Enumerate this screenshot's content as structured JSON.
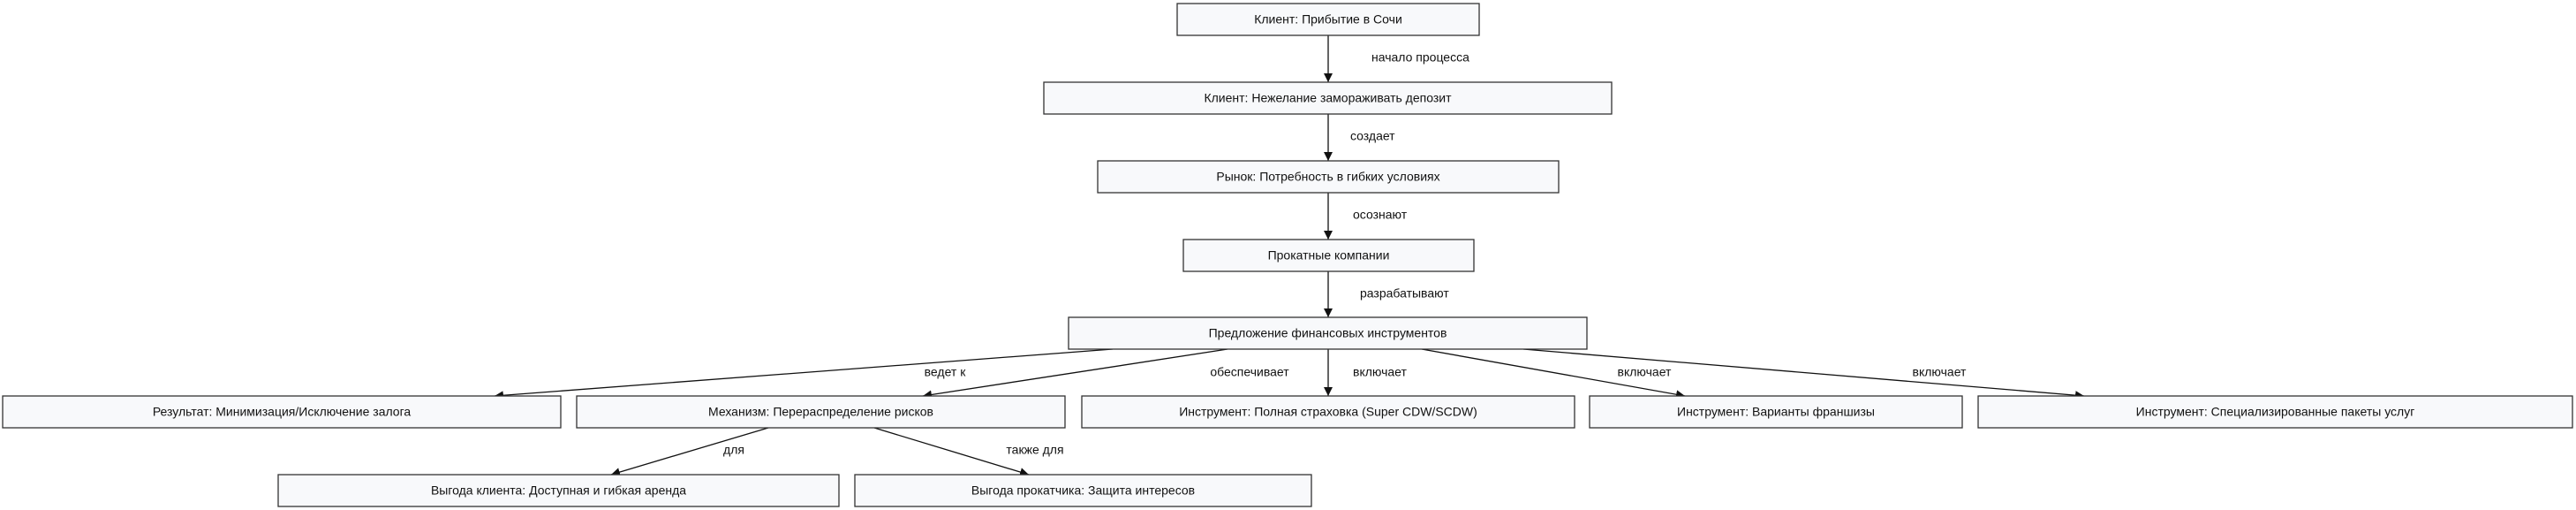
{
  "nodes": [
    {
      "id": "arrival",
      "label": "Клиент: Прибытие в Сочи"
    },
    {
      "id": "no_deposit",
      "label": "Клиент: Нежелание замораживать депозит"
    },
    {
      "id": "market_need",
      "label": "Рынок: Потребность в гибких условиях"
    },
    {
      "id": "rental_companies",
      "label": "Прокатные компании"
    },
    {
      "id": "financial_tools",
      "label": "Предложение финансовых инструментов"
    },
    {
      "id": "result",
      "label": "Результат: Минимизация/Исключение залога"
    },
    {
      "id": "mechanism",
      "label": "Механизм: Перераспределение рисков"
    },
    {
      "id": "full_insurance",
      "label": "Инструмент: Полная страховка (Super CDW/SCDW)"
    },
    {
      "id": "franchise",
      "label": "Инструмент: Варианты франшизы"
    },
    {
      "id": "packages",
      "label": "Инструмент: Специализированные пакеты услуг"
    },
    {
      "id": "client_benefit",
      "label": "Выгода клиента: Доступная и гибкая аренда"
    },
    {
      "id": "renter_benefit",
      "label": "Выгода прокатчика: Защита интересов"
    }
  ],
  "edges": [
    {
      "from": "arrival",
      "to": "no_deposit",
      "label": "начало процесса"
    },
    {
      "from": "no_deposit",
      "to": "market_need",
      "label": "создает"
    },
    {
      "from": "market_need",
      "to": "rental_companies",
      "label": "осознают"
    },
    {
      "from": "rental_companies",
      "to": "financial_tools",
      "label": "разрабатывают"
    },
    {
      "from": "financial_tools",
      "to": "result",
      "label": "ведет к"
    },
    {
      "from": "financial_tools",
      "to": "mechanism",
      "label": "обеспечивает"
    },
    {
      "from": "financial_tools",
      "to": "full_insurance",
      "label": "включает"
    },
    {
      "from": "financial_tools",
      "to": "franchise",
      "label": "включает"
    },
    {
      "from": "financial_tools",
      "to": "packages",
      "label": "включает"
    },
    {
      "from": "mechanism",
      "to": "client_benefit",
      "label": "для"
    },
    {
      "from": "mechanism",
      "to": "renter_benefit",
      "label": "также для"
    }
  ]
}
